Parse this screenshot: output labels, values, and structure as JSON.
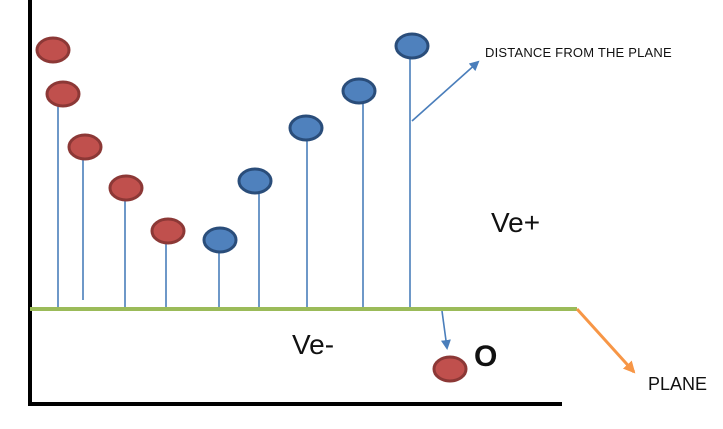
{
  "labels": {
    "distance": "DISTANCE FROM THE PLANE",
    "positive_side": "Ve+",
    "negative_side": "Ve-",
    "outlier": "O",
    "plane": "PLANE"
  },
  "colors": {
    "red_point_fill": "#c0504d",
    "red_point_stroke": "#8c3836",
    "blue_point_fill": "#4f81bd",
    "blue_point_stroke": "#2a4d7a",
    "stem": "#4a7ebb",
    "plane_line": "#9bbb59",
    "plane_arrow": "#f79646",
    "axis": "#000000"
  },
  "series": [
    {
      "class": "red",
      "count": 6
    },
    {
      "class": "blue",
      "count": 5
    }
  ]
}
